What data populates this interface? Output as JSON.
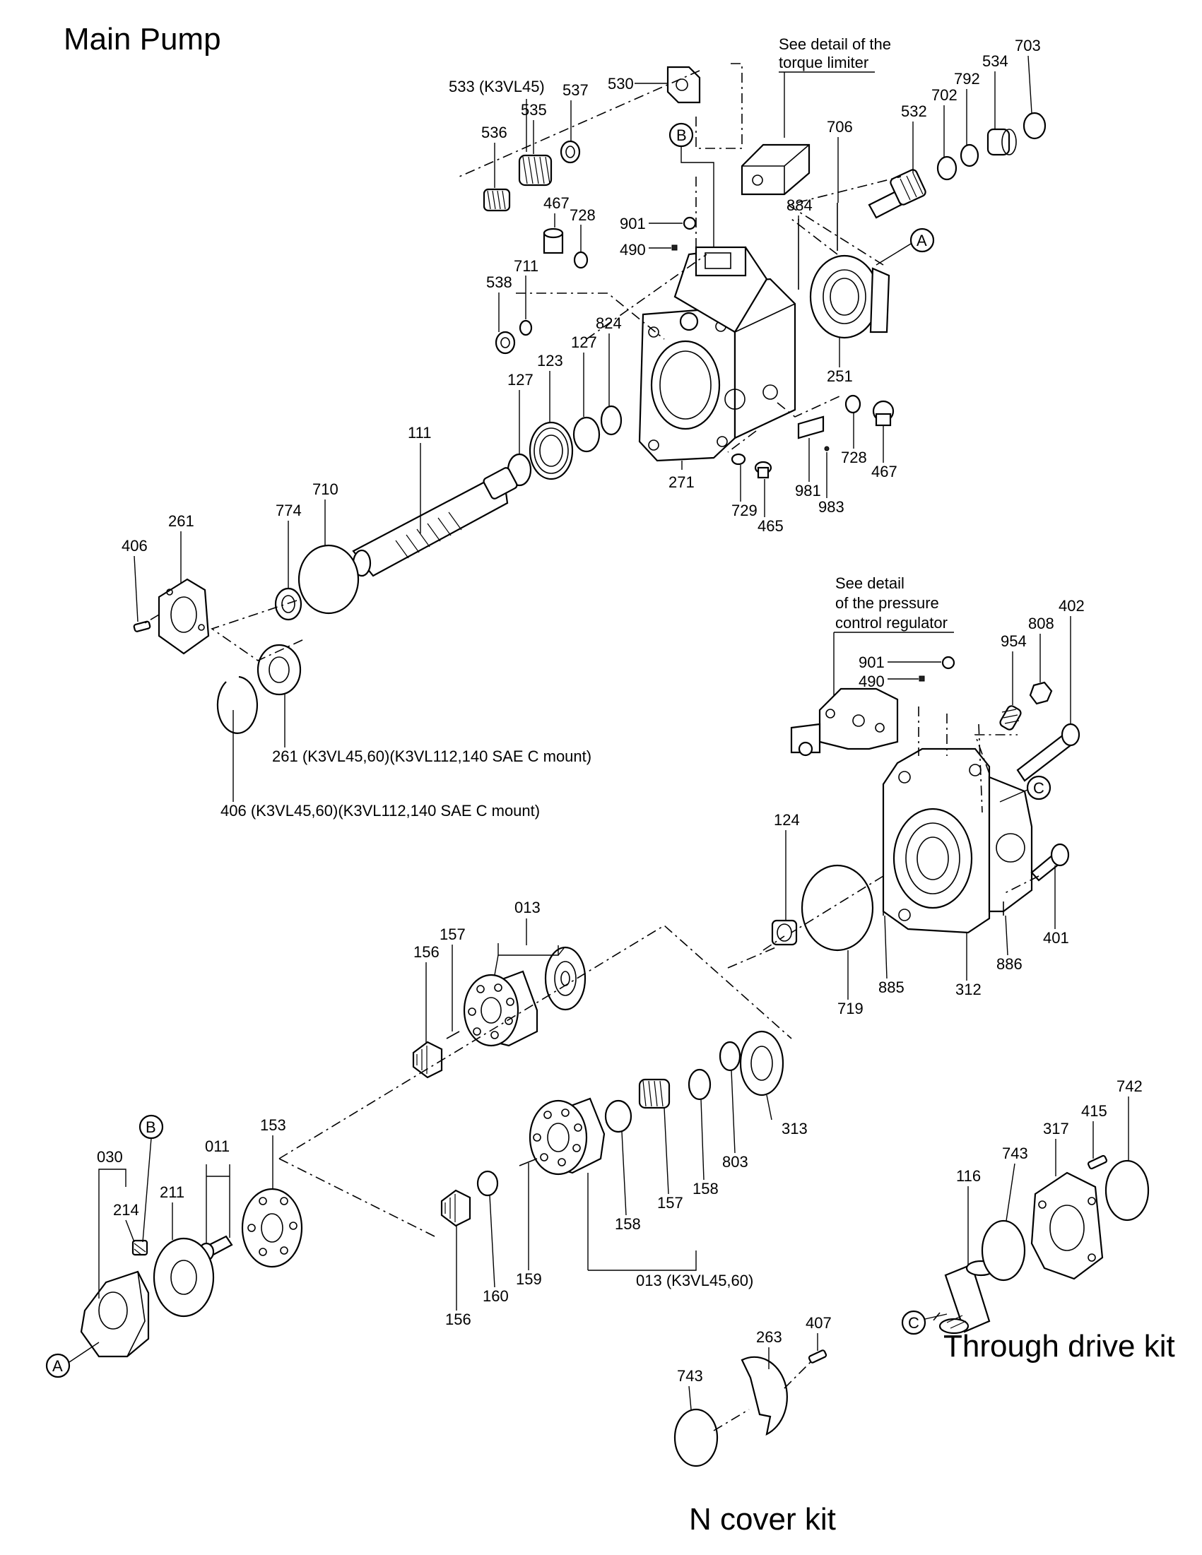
{
  "titles": {
    "main": "Main Pump",
    "through_drive": "Through drive kit",
    "n_cover": "N cover kit"
  },
  "notes": {
    "torque_line1": "See detail of the",
    "torque_line2": "torque limiter",
    "regulator_line1": "See detail",
    "regulator_line2": "of the pressure",
    "regulator_line3": "control regulator"
  },
  "callouts": {
    "a1": "A",
    "a2": "A",
    "b1": "B",
    "b2": "B",
    "c1": "C",
    "c2": "C"
  },
  "labels": {
    "p533": "533 (K3VL45)",
    "p530": "530",
    "p537": "537",
    "p535": "535",
    "p536": "536",
    "p467a": "467",
    "p728a": "728",
    "p901a": "901",
    "p490a": "490",
    "p711": "711",
    "p538": "538",
    "p824": "824",
    "p127a": "127",
    "p123": "123",
    "p127b": "127",
    "p111": "111",
    "p271": "271",
    "p706": "706",
    "p884": "884",
    "p532": "532",
    "p702": "702",
    "p792": "792",
    "p534": "534",
    "p703": "703",
    "p251": "251",
    "p728b": "728",
    "p467b": "467",
    "p981": "981",
    "p983": "983",
    "p729": "729",
    "p465": "465",
    "p261": "261",
    "p406": "406",
    "p774": "774",
    "p710": "710",
    "p261note": "261 (K3VL45,60)(K3VL112,140 SAE C mount)",
    "p406note": "406 (K3VL45,60)(K3VL112,140 SAE C mount)",
    "p901b": "901",
    "p490b": "490",
    "p954": "954",
    "p808": "808",
    "p402": "402",
    "p124": "124",
    "p401": "401",
    "p719": "719",
    "p885": "885",
    "p312": "312",
    "p886": "886",
    "p013a": "013",
    "p157a": "157",
    "p156a": "156",
    "p313": "313",
    "p803": "803",
    "p158a": "158",
    "p157b": "157",
    "p158b": "158",
    "p013note": "013 (K3VL45,60)",
    "p159": "159",
    "p160": "160",
    "p156b": "156",
    "p153": "153",
    "p011": "011",
    "p211": "211",
    "p030": "030",
    "p214": "214",
    "p116": "116",
    "p743a": "743",
    "p317": "317",
    "p415": "415",
    "p742": "742",
    "p407": "407",
    "p263": "263",
    "p743b": "743"
  }
}
